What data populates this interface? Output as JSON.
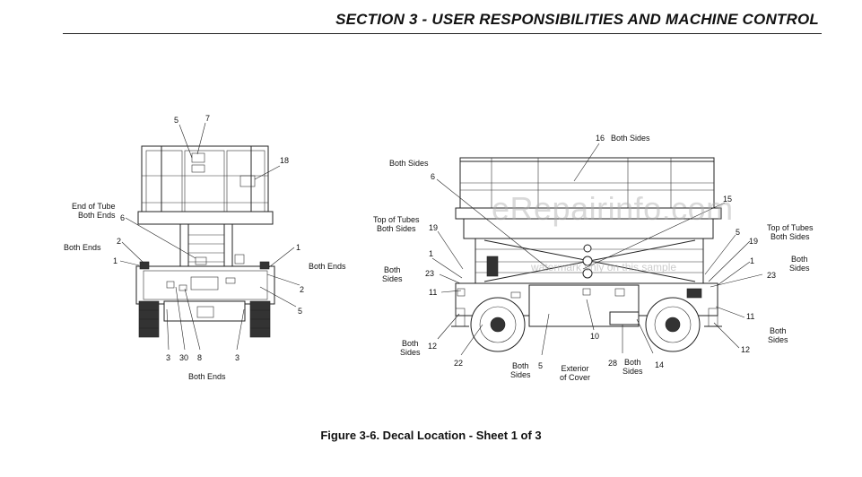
{
  "header": {
    "section_title": "SECTION 3 - USER RESPONSIBILITIES AND MACHINE CONTROL"
  },
  "figure": {
    "caption": "Figure 3-6. Decal Location - Sheet 1 of 3"
  },
  "watermark": {
    "main": "eRepairinfo.com",
    "sub": "watermark only on this sample"
  },
  "end_view_labels": {
    "n5": "5",
    "n7": "7",
    "n18": "18",
    "end_of_tube": "End of Tube\nBoth Ends",
    "n6": "6",
    "both_ends_left": "Both Ends",
    "n2_left": "2",
    "n1_left": "1",
    "n1_right": "1",
    "both_ends_right": "Both Ends",
    "n2_right": "2",
    "n5_lower": "5",
    "n3_left": "3",
    "n30": "30",
    "n8": "8",
    "n3_right": "3",
    "both_ends_bottom": "Both Ends"
  },
  "side_view_labels": {
    "n16": "16",
    "both_sides_16": "Both Sides",
    "both_sides_6": "Both Sides",
    "n6": "6",
    "top_of_tubes_left": "Top of Tubes\nBoth Sides",
    "n19_left": "19",
    "n1_left": "1",
    "both_sides_left": "Both\nSides",
    "n23_left": "23",
    "n11_left": "11",
    "both_sides_12_left": "Both\nSides",
    "n12_left": "12",
    "n22": "22",
    "both_sides_5": "Both\nSides",
    "n5_bottom": "5",
    "exterior_cover": "Exterior\nof Cover",
    "n10": "10",
    "n28": "28",
    "both_sides_14": "Both\nSides",
    "n14": "14",
    "n15": "15",
    "n5_right": "5",
    "n19_right": "19",
    "top_of_tubes_right": "Top of Tubes\nBoth Sides",
    "n1_right": "1",
    "both_sides_1_right": "Both\nSides",
    "n23_right": "23",
    "n11_right": "11",
    "both_sides_11_right": "Both\nSides",
    "n12_right": "12"
  }
}
